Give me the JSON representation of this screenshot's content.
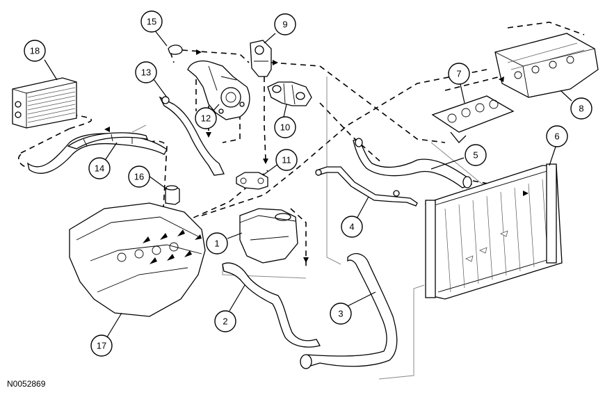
{
  "callouts": [
    {
      "id": "1",
      "label": "1"
    },
    {
      "id": "2",
      "label": "2"
    },
    {
      "id": "3",
      "label": "3"
    },
    {
      "id": "4",
      "label": "4"
    },
    {
      "id": "5",
      "label": "5"
    },
    {
      "id": "6",
      "label": "6"
    },
    {
      "id": "7",
      "label": "7"
    },
    {
      "id": "8",
      "label": "8"
    },
    {
      "id": "9",
      "label": "9"
    },
    {
      "id": "10",
      "label": "10"
    },
    {
      "id": "11",
      "label": "11"
    },
    {
      "id": "12",
      "label": "12"
    },
    {
      "id": "13",
      "label": "13"
    },
    {
      "id": "14",
      "label": "14"
    },
    {
      "id": "15",
      "label": "15"
    },
    {
      "id": "16",
      "label": "16"
    },
    {
      "id": "17",
      "label": "17"
    },
    {
      "id": "18",
      "label": "18"
    }
  ],
  "reference_code": "N0052869"
}
